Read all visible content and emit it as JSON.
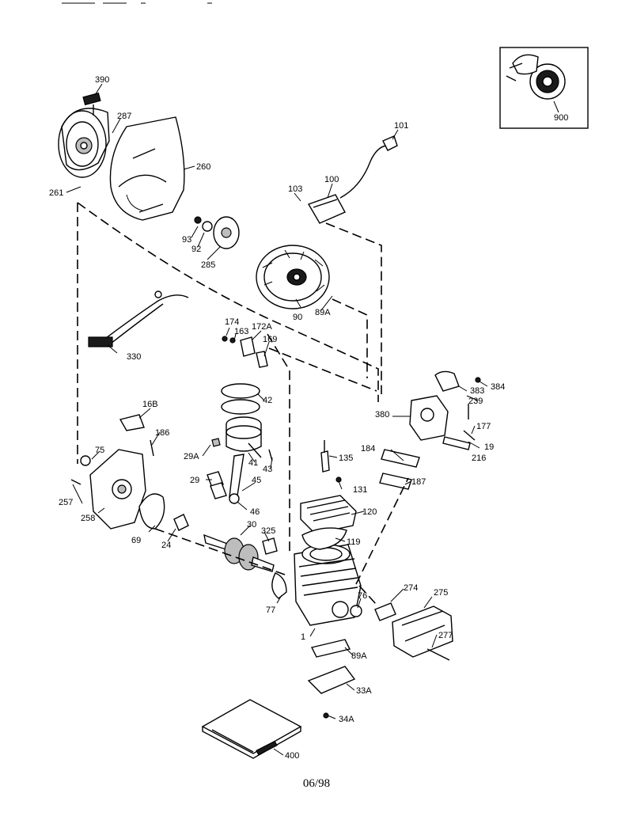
{
  "diagram": {
    "date_code": "06/98",
    "inset_label": "900",
    "part_labels": [
      "390",
      "287",
      "260",
      "261",
      "101",
      "100",
      "103",
      "93",
      "92",
      "285",
      "90",
      "89A",
      "330",
      "174",
      "163",
      "172A",
      "169",
      "42",
      "16B",
      "186",
      "29A",
      "41",
      "43",
      "75",
      "29",
      "45",
      "46",
      "257",
      "258",
      "69",
      "24",
      "30",
      "325",
      "135",
      "131",
      "120",
      "119",
      "77",
      "1",
      "76",
      "274",
      "275",
      "277",
      "89A",
      "33A",
      "34A",
      "400",
      "384",
      "383",
      "239",
      "380",
      "177",
      "184",
      "19",
      "216",
      "187"
    ]
  }
}
